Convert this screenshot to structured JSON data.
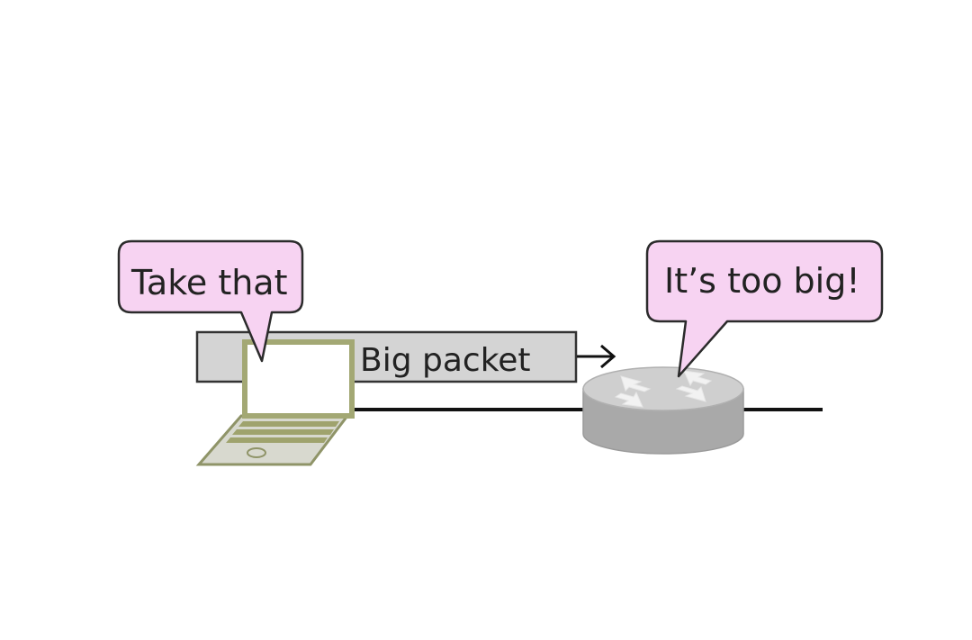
{
  "diagram": {
    "sender_bubble": {
      "text": "Take that"
    },
    "router_bubble": {
      "text": "It’s too big!"
    },
    "packet": {
      "label": "Big packet"
    }
  },
  "colors": {
    "bubble_fill": "#f7d3f2",
    "bubble_stroke": "#2b2b2b",
    "packet_fill": "#d4d4d4",
    "laptop_frame": "#a3a874",
    "laptop_body": "#d8d9cf",
    "router_fill": "#bcbcbc",
    "link_line": "#111111"
  }
}
